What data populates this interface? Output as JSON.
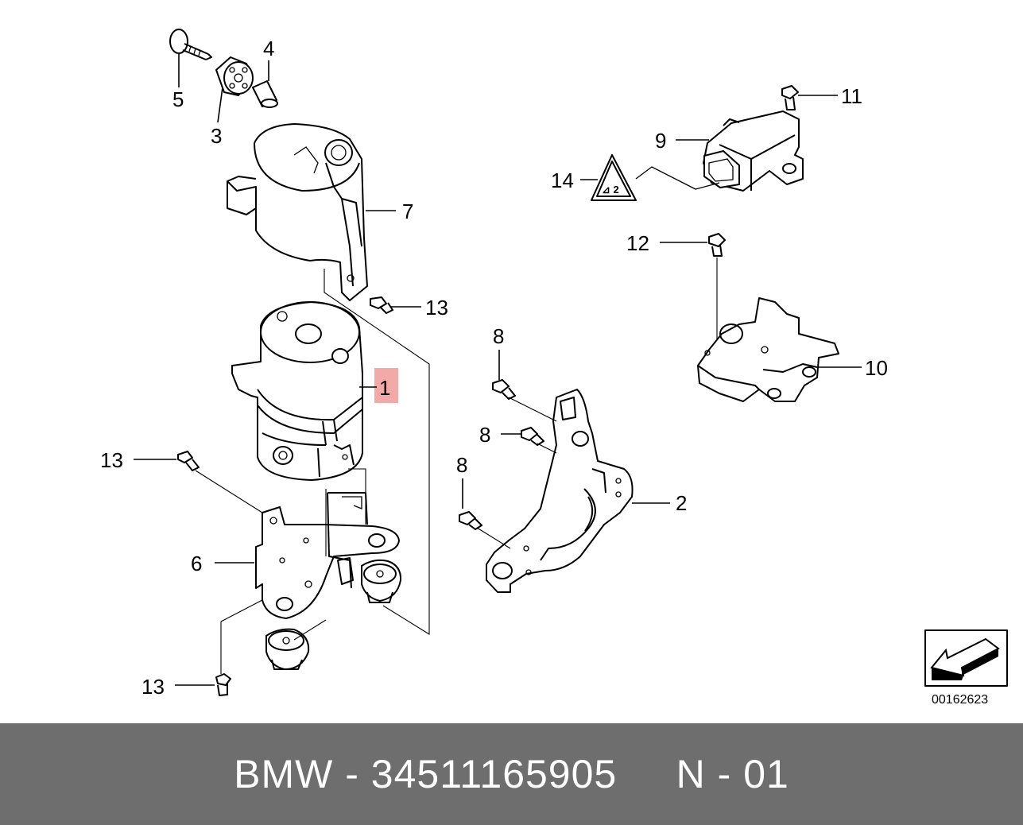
{
  "callouts": {
    "c1": "1",
    "c2": "2",
    "c3": "3",
    "c4": "4",
    "c5": "5",
    "c6": "6",
    "c7": "7",
    "c8a": "8",
    "c8b": "8",
    "c8c": "8",
    "c9": "9",
    "c10": "10",
    "c11": "11",
    "c12": "12",
    "c13a": "13",
    "c13b": "13",
    "c13c": "13",
    "c14": "14"
  },
  "reference_number": "00162623",
  "footer": {
    "text": "BMW - 34511165905     N - 01"
  },
  "colors": {
    "highlight": "#f29a9a",
    "footer_bg": "#6e6e6e",
    "footer_text": "#ffffff"
  }
}
